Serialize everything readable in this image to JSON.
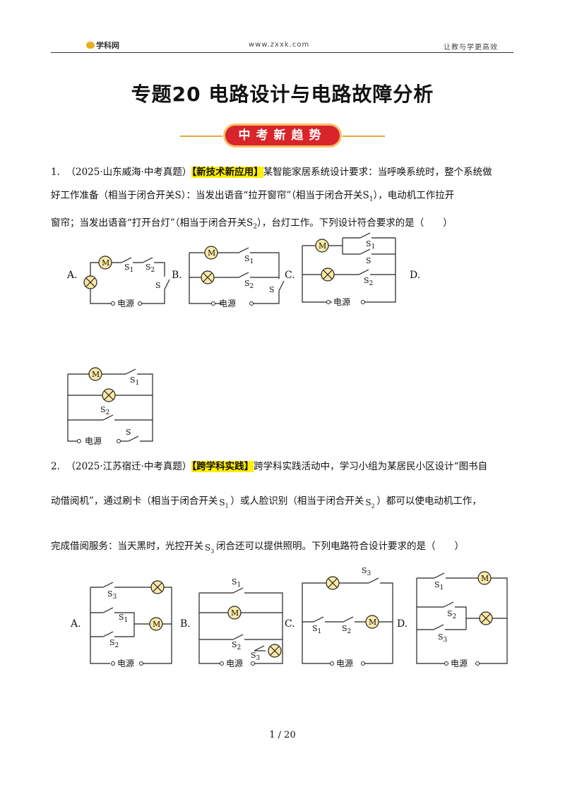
{
  "header": {
    "logo": "学科网",
    "url": "www.zxxk.com",
    "slogan": "让教与学更高效"
  },
  "title": "专题20 电路设计与电路故障分析",
  "banner": "中考新趋势",
  "q1": {
    "num": "1.",
    "source": "（2025·山东威海·中考真题）",
    "tag": "【新技术新应用】",
    "line1": "某智能家居系统设计要求：当呼唤系统时，整个系统做",
    "line2a": "好工作准备（相当于闭合开关S）：当发出语音“拉开窗帘”（相当于闭合开关S",
    "line2sub": "1",
    "line2b": "），电动机工作拉开",
    "line3a": "窗帘；当发出语音“打开台灯”（相当于闭合开关S",
    "line3sub": "2",
    "line3b": "），台灯工作。下列设计符合要求的是（　　）",
    "options": [
      "A.",
      "B.",
      "C.",
      "D."
    ]
  },
  "q2": {
    "num": "2.",
    "source": "（2025·江苏宿迁·中考真题）",
    "tag": "【跨学科实践】",
    "line1": "跨学科实践活动中，学习小组为某居民小区设计“图书自",
    "line2a": "动借阅机”，通过刷卡（相当于闭合开关",
    "line2b": "）或人脸识别（相当于闭合开关",
    "line2c": "）都可以使电动机工作，",
    "line3a": "完成借阅服务：当天黑时，光控开关",
    "line3b": "闭合还可以提供照明。下列电路符合设计要求的是（　　）",
    "options": [
      "A.",
      "B.",
      "C.",
      "D."
    ]
  },
  "labels": {
    "M": "M",
    "power": "电源",
    "S": "S",
    "S1": "1",
    "S2": "2",
    "S3": "3"
  },
  "page": "1 / 20"
}
